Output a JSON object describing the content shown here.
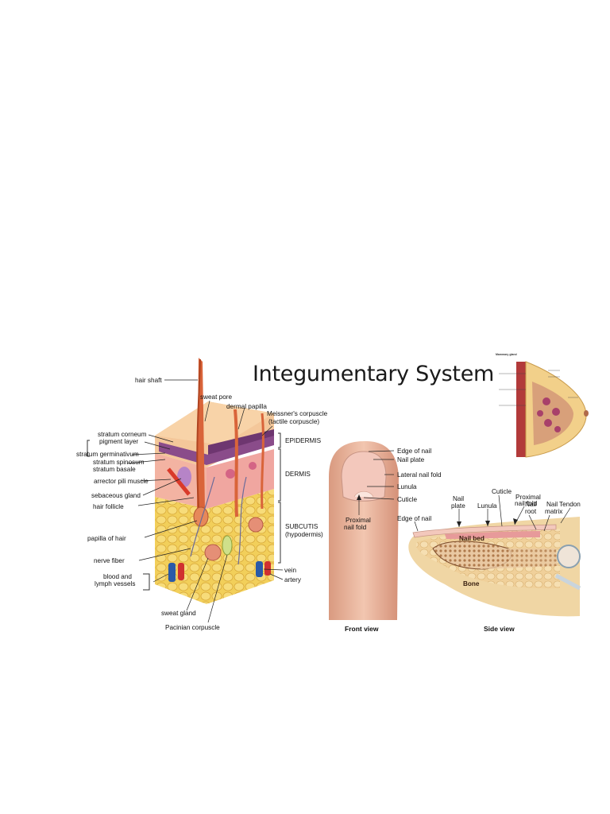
{
  "title": "Integumentary System",
  "skin": {
    "labels_left": {
      "hair_shaft": "hair shaft",
      "stratum_corneum": "stratum corneum",
      "pigment_layer": "pigment layer",
      "stratum_germinativum": "stratum germinativum",
      "stratum_spinosum": "stratum spinosum",
      "stratum_basale": "stratum basale",
      "arrector_pili": "arrector pili muscle",
      "sebaceous_gland": "sebaceous gland",
      "hair_follicle": "hair follicle",
      "papilla_of_hair": "papilla of hair",
      "nerve_fiber": "nerve fiber",
      "blood_lymph_1": "blood and",
      "blood_lymph_2": "lymph vessels",
      "sweat_gland": "sweat gland",
      "pacinian": "Pacinian corpuscle"
    },
    "labels_top": {
      "sweat_pore": "sweat pore",
      "dermal_papilla": "dermal papilla",
      "meissner_1": "Meissner's corpuscle",
      "meissner_2": "(tactile corpuscle)"
    },
    "labels_right": {
      "epidermis": "EPIDERMIS",
      "dermis": "DERMIS",
      "subcutis": "SUBCUTIS",
      "hypodermis": "(hypodermis)",
      "vein": "vein",
      "artery": "artery"
    }
  },
  "nail": {
    "front": {
      "edge_of_nail": "Edge of nail",
      "nail_plate": "Nail plate",
      "lateral_nail_fold": "Lateral nail fold",
      "lunula": "Lunula",
      "cuticle": "Cuticle",
      "proximal_1": "Proximal",
      "proximal_2": "nail fold",
      "caption": "Front view"
    },
    "side": {
      "cuticle": "Cuticle",
      "proximal_1": "Proximal",
      "proximal_2": "nail fold",
      "tendon": "Tendon",
      "nail_plate_1": "Nail",
      "nail_plate_2": "plate",
      "lunula": "Lunula",
      "nail_root_1": "Nail",
      "nail_root_2": "root",
      "nail_matrix_1": "Nail",
      "nail_matrix_2": "matrix",
      "edge_of_nail": "Edge of nail",
      "nail_bed": "Nail bed",
      "bone": "Bone",
      "caption": "Side view"
    }
  },
  "mammary": {
    "title": "Mammary gland"
  }
}
